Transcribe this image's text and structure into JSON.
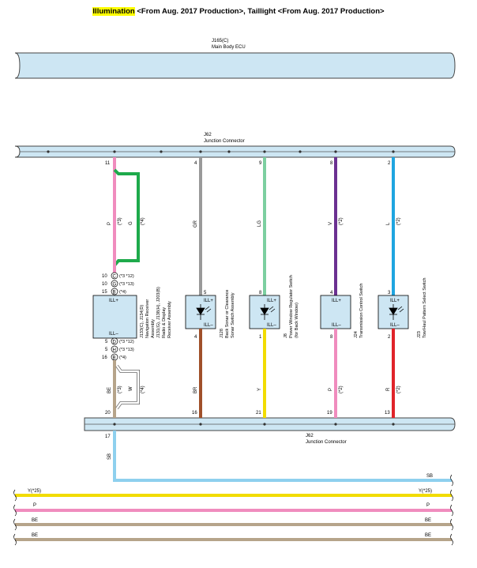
{
  "title": {
    "part1": "Illumination",
    "part2": " <From Aug. 2017 Production>, Taillight <From Aug. 2017 Production>"
  },
  "ecu": {
    "id": "J165(C)",
    "name": "Main Body ECU"
  },
  "jc_top": {
    "id": "J62",
    "name": "Junction Connector"
  },
  "jc_bottom": {
    "id": "J62",
    "name": "Junction Connector"
  },
  "colors": {
    "P": "#f08cbe",
    "G": "#1eaa4b",
    "GR": "#999999",
    "LG": "#7ccfa0",
    "V": "#6b3191",
    "L": "#1fa5e0",
    "BR": "#a0502a",
    "Y": "#f2dc00",
    "R": "#e0242a",
    "BE": "#b6a48a",
    "W": "#ffffff",
    "SB": "#8ed0ee",
    "bus": "#cde6f3",
    "busStroke": "#444444"
  },
  "wires_top": [
    {
      "pin": "11",
      "code": "P",
      "note": "(*3)"
    },
    {
      "pin": "",
      "code": "G",
      "note": "(*4)"
    },
    {
      "pin": "4",
      "code": "GR",
      "note": ""
    },
    {
      "pin": "9",
      "code": "LG",
      "note": ""
    },
    {
      "pin": "8",
      "code": "V",
      "note": "(*2)"
    },
    {
      "pin": "2",
      "code": "L",
      "note": "(*2)"
    }
  ],
  "nav_unit": {
    "ill_plus": "ILL+",
    "ill_minus": "ILL–",
    "pins_top": [
      {
        "pin": "10",
        "conn": "C",
        "note": "(*3 *12)"
      },
      {
        "pin": "10",
        "conn": "G",
        "note": "(*3 *13)"
      },
      {
        "pin": "15",
        "conn": "B",
        "note": "(*4)"
      }
    ],
    "pins_bottom": [
      {
        "pin": "5",
        "conn": "D",
        "note": "(*3 *12)"
      },
      {
        "pin": "5",
        "conn": "H",
        "note": "(*3 *13)"
      },
      {
        "pin": "16",
        "conn": "B",
        "note": "(*4)"
      }
    ],
    "label1": "J133(C), J134(D)",
    "label2": "Navigation Receiver",
    "label3": "Assembly",
    "label4": "J131(G), J138(H), J203(B)",
    "label5": "Radio & Display",
    "label6": "Receiver Assembly"
  },
  "switches": [
    {
      "pin_in": "5",
      "pin_out": "4",
      "ill_plus": "ILL+",
      "ill_minus": "ILL–",
      "id": "J128",
      "name1": "Back Sonar or Clearance",
      "name2": "Sonar Switch Assembly"
    },
    {
      "pin_in": "8",
      "pin_out": "1",
      "ill_plus": "ILL+",
      "ill_minus": "ILL–",
      "id": "J8",
      "name1": "Power Window Regulator Switch",
      "name2": "(for Back Window)"
    },
    {
      "pin_in": "4",
      "pin_out": "8",
      "ill_plus": "ILL+",
      "ill_minus": "ILL–",
      "id": "J24",
      "name1": "Transmission Control Switch",
      "name2": ""
    },
    {
      "pin_in": "3",
      "pin_out": "2",
      "ill_plus": "ILL+",
      "ill_minus": "ILL–",
      "id": "J23",
      "name1": "Tow/Haul Pattern Select Switch",
      "name2": ""
    }
  ],
  "wires_bottom": [
    {
      "pin": "20",
      "code": "BE",
      "note": "(*3)"
    },
    {
      "pin": "",
      "code": "W",
      "note": "(*4)"
    },
    {
      "pin": "16",
      "code": "BR",
      "note": ""
    },
    {
      "pin": "21",
      "code": "Y",
      "note": ""
    },
    {
      "pin": "19",
      "code": "P",
      "note": "(*2)"
    },
    {
      "pin": "13",
      "code": "R",
      "note": "(*2)"
    }
  ],
  "sb_pin": "17",
  "sb_code": "SB",
  "out_lines": [
    {
      "left": "SB",
      "right": "SB",
      "code": "SB"
    },
    {
      "left": "Y(*25)",
      "right": "Y(*25)",
      "code": "Y"
    },
    {
      "left": "P",
      "right": "P",
      "code": "P"
    },
    {
      "left": "BE",
      "right": "BE",
      "code": "BE"
    },
    {
      "left": "BE",
      "right": "BE",
      "code": "BE"
    }
  ]
}
